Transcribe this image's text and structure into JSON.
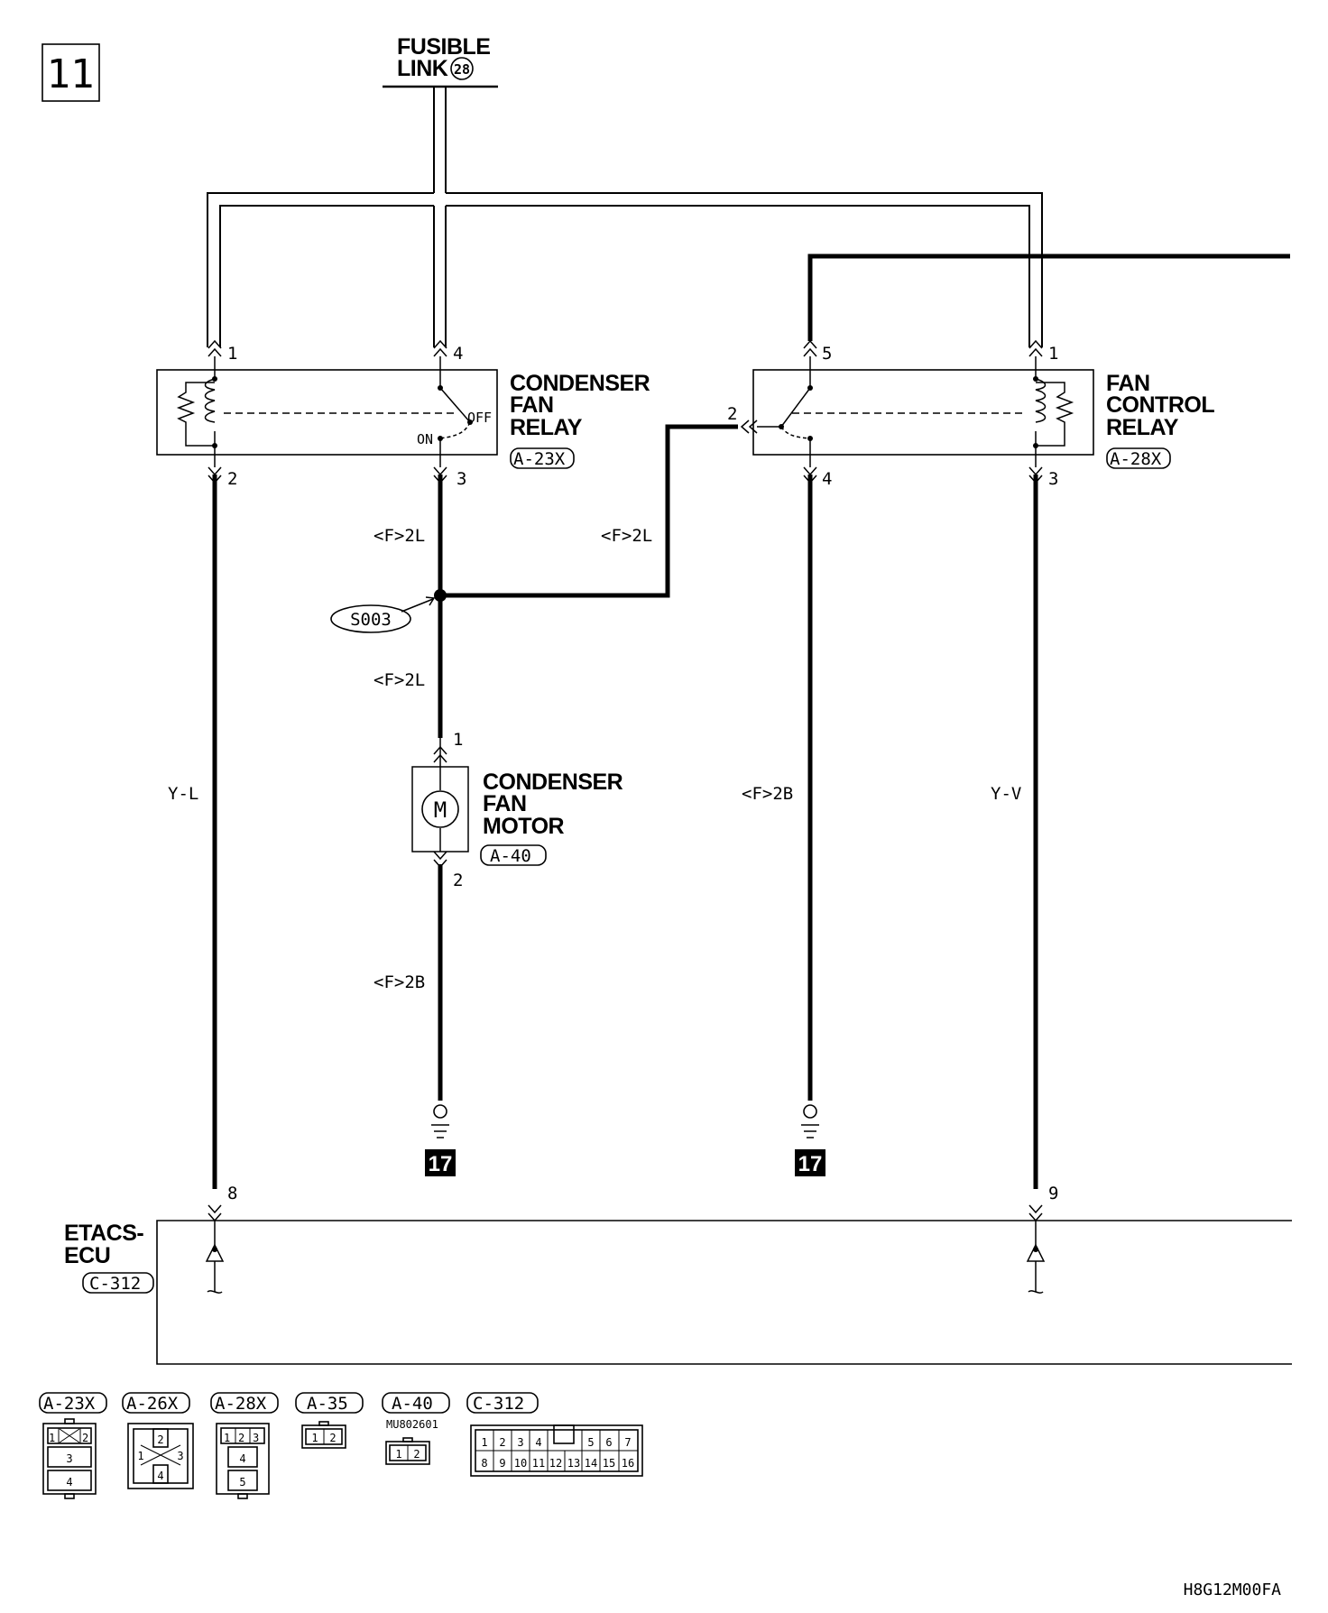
{
  "page_number": "11",
  "fusible_link": {
    "line1": "FUSIBLE",
    "line2": "LINK",
    "number": "28"
  },
  "condenser_fan_relay": {
    "name_lines": [
      "CONDENSER",
      "FAN",
      "RELAY"
    ],
    "connector": "A-23X",
    "pins": {
      "p1": "1",
      "p4": "4",
      "p2": "2",
      "p3": "3"
    },
    "switch_on": "ON",
    "switch_off": "OFF"
  },
  "fan_control_relay": {
    "name_lines": [
      "FAN",
      "CONTROL",
      "RELAY"
    ],
    "connector": "A-28X",
    "pins": {
      "p5": "5",
      "p1": "1",
      "p2": "2",
      "p4": "4",
      "p3": "3"
    }
  },
  "condenser_fan_motor": {
    "name_lines": [
      "CONDENSER",
      "FAN",
      "MOTOR"
    ],
    "connector": "A-40",
    "symbol": "M",
    "pins": {
      "p1": "1",
      "p2": "2"
    }
  },
  "splice": "S003",
  "wire_labels": {
    "relay_out_upper": "<F>2L",
    "to_fan_control": "<F>2L",
    "splice_to_motor": "<F>2L",
    "yl": "Y-L",
    "motor_to_ground": "<F>2B",
    "fan_control_ground": "<F>2B",
    "yv": "Y-V"
  },
  "ground_points": [
    "17",
    "17"
  ],
  "etacs": {
    "name_lines": [
      "ETACS-",
      "ECU"
    ],
    "connector": "C-312",
    "pins": {
      "p8": "8",
      "p9": "9"
    }
  },
  "connector_legend": [
    {
      "id": "A-23X",
      "cells": [
        "1",
        "2",
        "3",
        "4"
      ]
    },
    {
      "id": "A-26X",
      "cells": [
        "2",
        "1",
        "3",
        "4"
      ]
    },
    {
      "id": "A-28X",
      "cells": [
        "1",
        "2",
        "3",
        "4",
        "5"
      ]
    },
    {
      "id": "A-35",
      "cells": [
        "1",
        "2"
      ]
    },
    {
      "id": "A-40",
      "part_no": "MU802601",
      "cells": [
        "1",
        "2"
      ]
    },
    {
      "id": "C-312",
      "cells": [
        "1",
        "2",
        "3",
        "4",
        "5",
        "6",
        "7",
        "8",
        "9",
        "10",
        "11",
        "12",
        "13",
        "14",
        "15",
        "16"
      ]
    }
  ],
  "figure_code": "H8G12M00FA"
}
